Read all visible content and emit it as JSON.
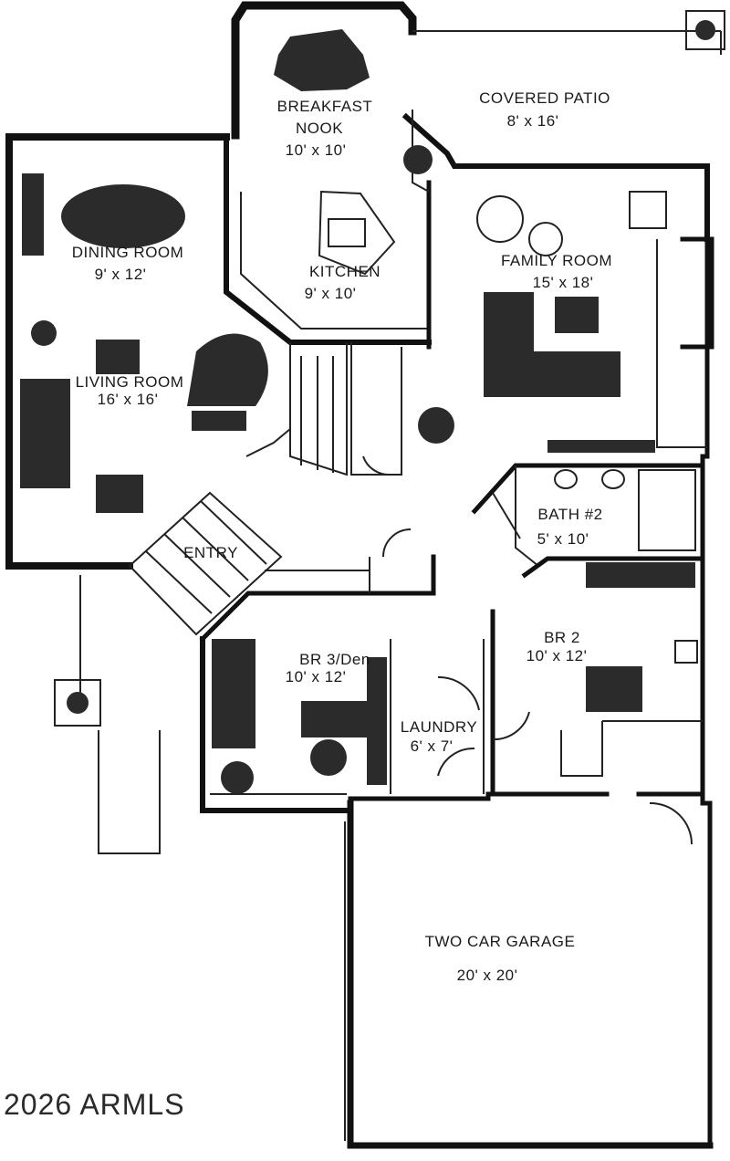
{
  "rooms": {
    "breakfast_nook": {
      "name_line1": "BREAKFAST",
      "name_line2": "NOOK",
      "size": "10' x 10'"
    },
    "covered_patio": {
      "name": "COVERED PATIO",
      "size": "8' x 16'"
    },
    "dining_room": {
      "name": "DINING ROOM",
      "size": "9' x 12'"
    },
    "kitchen": {
      "name": "KITCHEN",
      "size": "9' x 10'"
    },
    "family_room": {
      "name": "FAMILY ROOM",
      "size": "15' x 18'"
    },
    "living_room": {
      "name": "LIVING ROOM",
      "size": "16' x 16'"
    },
    "entry": {
      "name": "ENTRY"
    },
    "bath_2": {
      "name": "BATH #2",
      "size": "5' x 10'"
    },
    "bedroom_2": {
      "name": "BR 2",
      "size": "10' x 12'"
    },
    "bedroom_3": {
      "name": "BR 3/Den",
      "size": "10' x 12'"
    },
    "laundry": {
      "name": "LAUNDRY",
      "size": "6' x 7'"
    },
    "garage": {
      "name": "TWO CAR GARAGE",
      "size": "20' x 20'"
    }
  },
  "copyright": "2026 ARMLS"
}
